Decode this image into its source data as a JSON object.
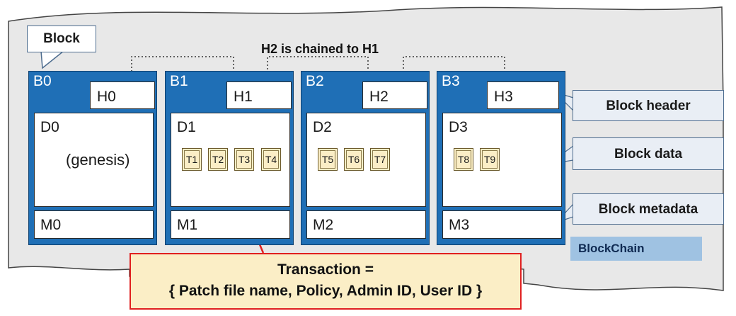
{
  "labels": {
    "block": "Block",
    "chain_note": "H2 is chained to H1",
    "block_header": "Block header",
    "block_data": "Block data",
    "block_metadata": "Block metadata",
    "blockchain": "BlockChain",
    "transaction_line1": "Transaction =",
    "transaction_line2": "{ Patch file name, Policy, Admin ID, User ID }"
  },
  "blocks": [
    {
      "id": "B0",
      "header": "H0",
      "data": "D0",
      "meta": "M0",
      "note": "(genesis)",
      "transactions": []
    },
    {
      "id": "B1",
      "header": "H1",
      "data": "D1",
      "meta": "M1",
      "note": "",
      "transactions": [
        "T1",
        "T2",
        "T3",
        "T4"
      ]
    },
    {
      "id": "B2",
      "header": "H2",
      "data": "D2",
      "meta": "M2",
      "note": "",
      "transactions": [
        "T5",
        "T6",
        "T7"
      ]
    },
    {
      "id": "B3",
      "header": "H3",
      "data": "D3",
      "meta": "M3",
      "note": "",
      "transactions": [
        "T8",
        "T9"
      ]
    }
  ],
  "colors": {
    "block_fill": "#1f6fb6",
    "transaction_fill": "#fbeec6",
    "highlight_line": "#e02020",
    "callout_fill": "#e9eef5",
    "blockchain_fill": "#9fc2e2"
  }
}
